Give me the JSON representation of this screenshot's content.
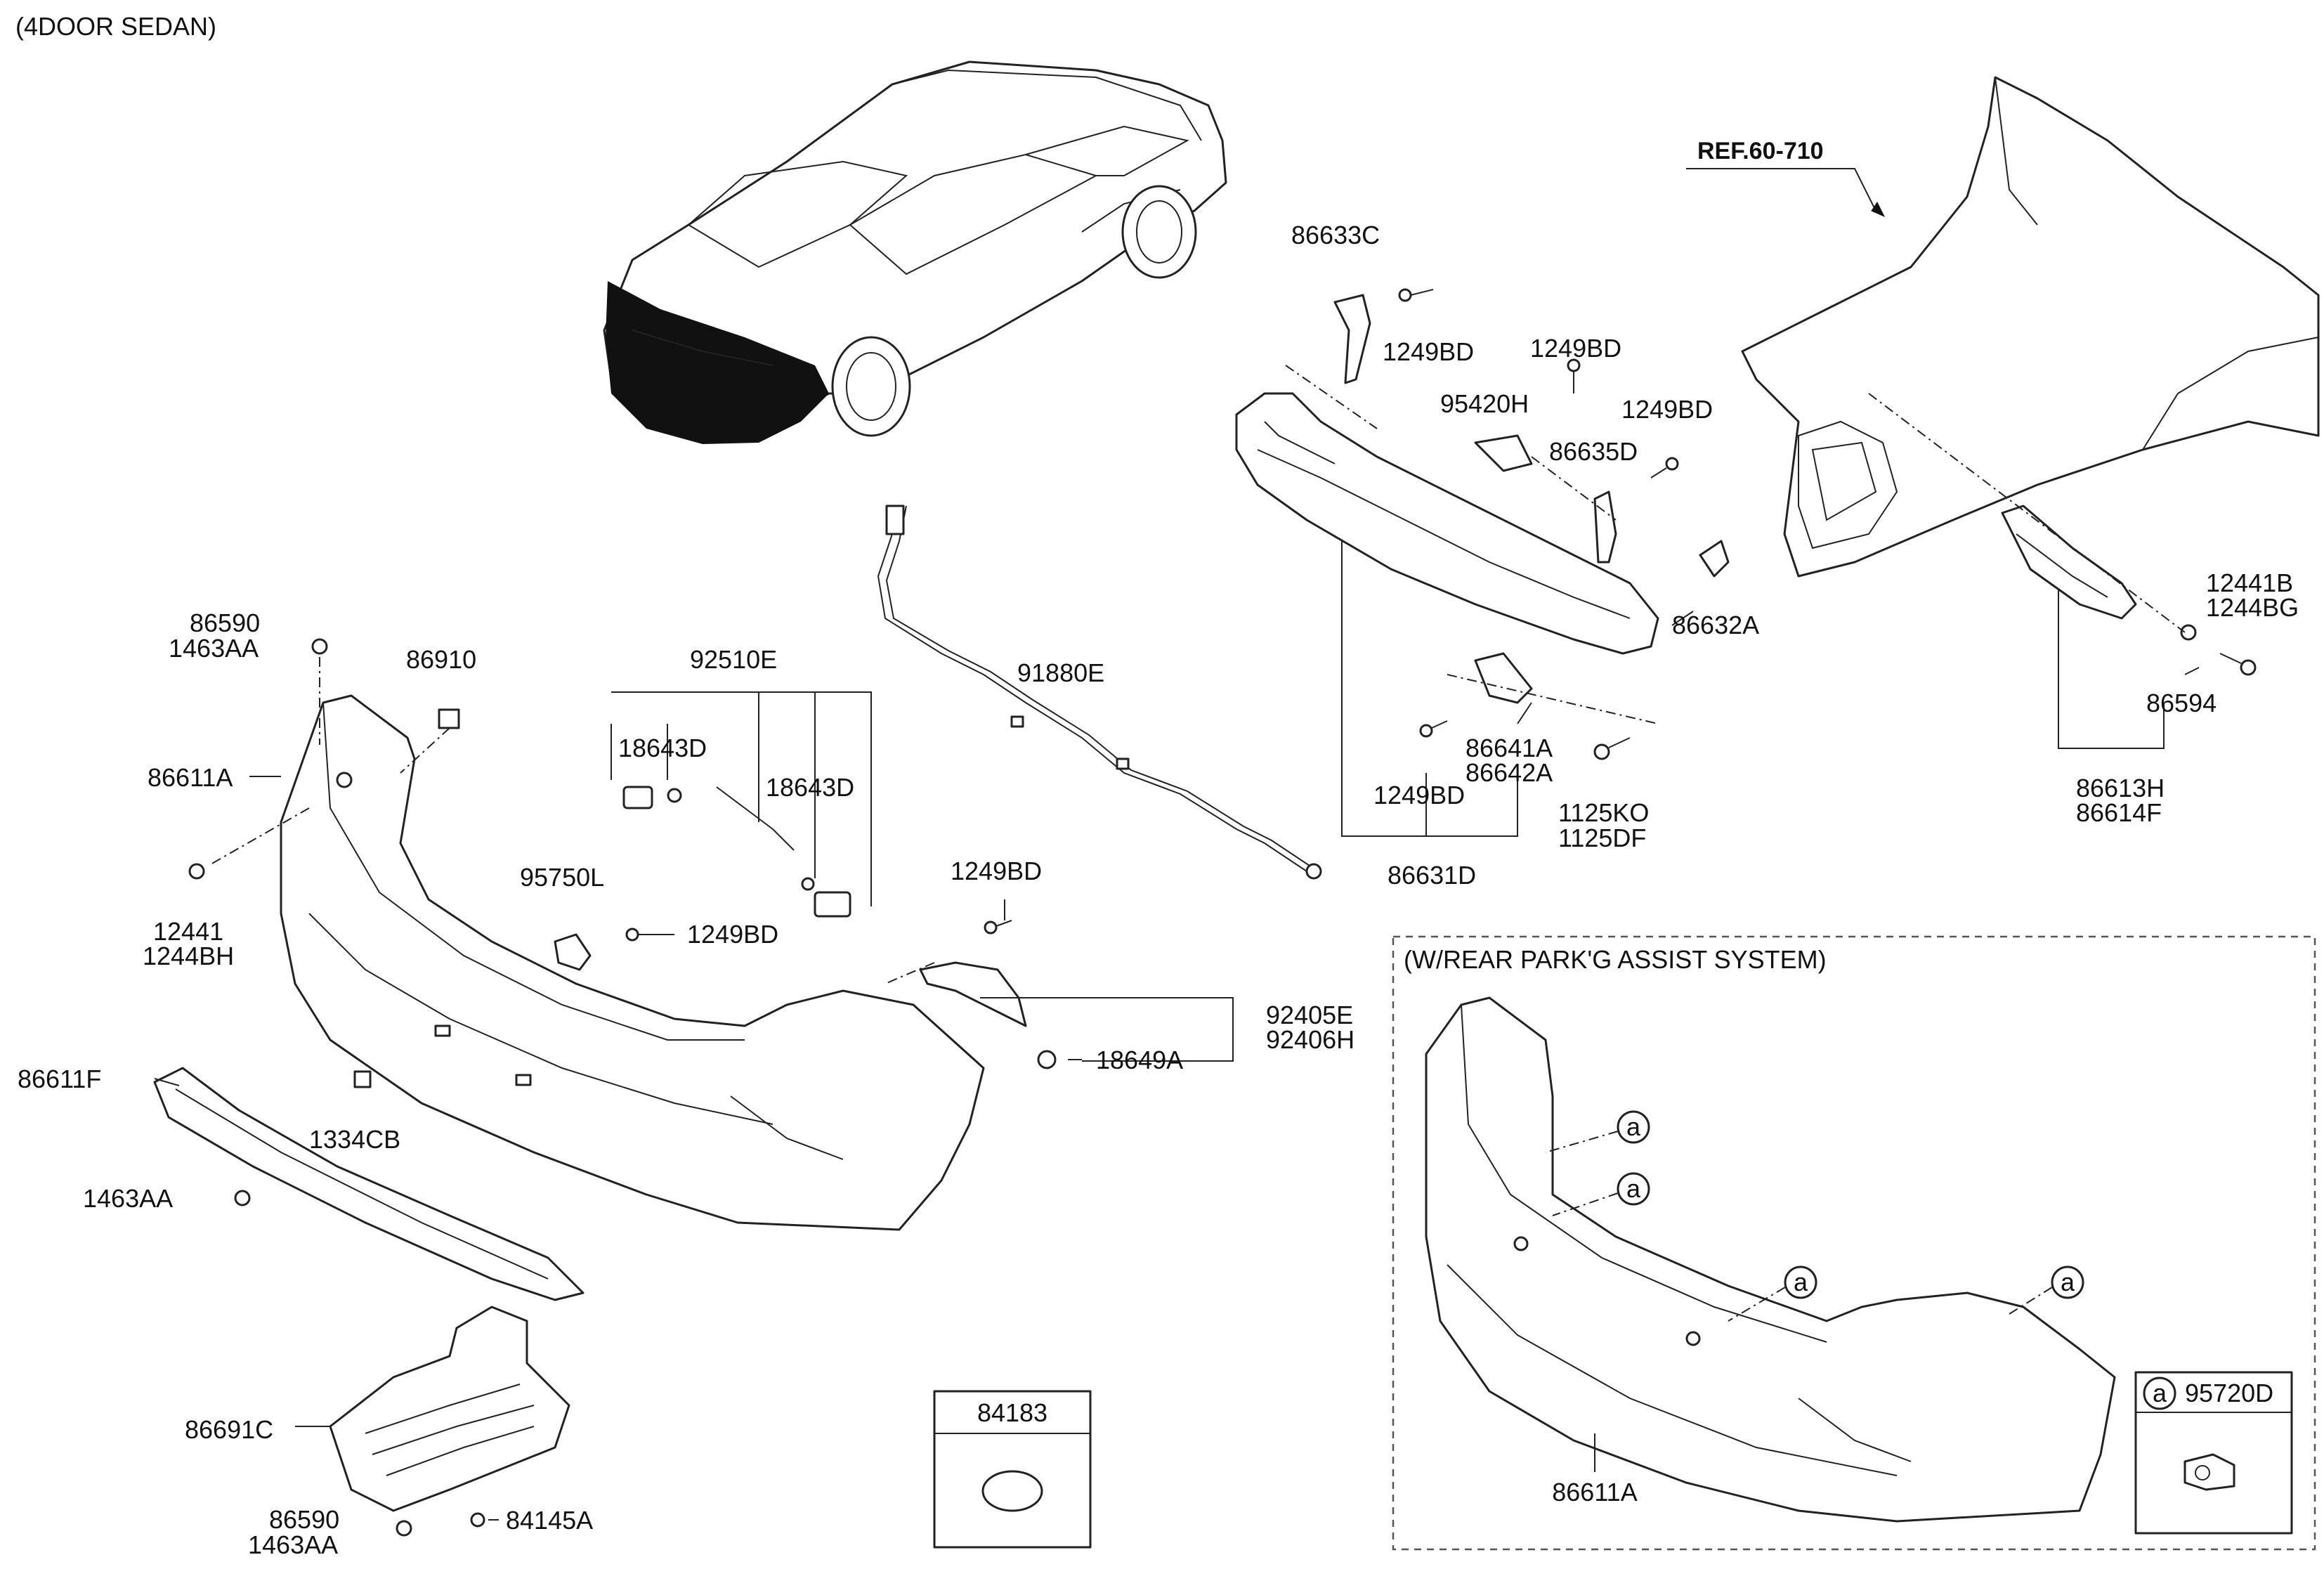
{
  "title": "(4DOOR SEDAN)",
  "reference": "REF.60-710",
  "inset": {
    "title": "(W/REAR PARK'G ASSIST SYSTEM)",
    "bumper_label": "86611A",
    "callout": "a",
    "sensor_box": {
      "callout": "a",
      "label": "95720D"
    }
  },
  "part_box": {
    "label": "84183"
  },
  "labels": {
    "p86633C": "86633C",
    "p1249BD_a": "1249BD",
    "p1249BD_b": "1249BD",
    "p95420H": "95420H",
    "p1249BD_c": "1249BD",
    "p86635D": "86635D",
    "p86632A": "86632A",
    "p86641A": "86641A",
    "p86642A": "86642A",
    "p1249BD_d": "1249BD",
    "p1125KO": "1125KO",
    "p1125DF": "1125DF",
    "p86631D": "86631D",
    "p12441B": "12441B",
    "p1244BG": "1244BG",
    "p86594": "86594",
    "p86613H": "86613H",
    "p86614F": "86614F",
    "p86590_a": "86590",
    "p1463AA_a": "1463AA",
    "p86910": "86910",
    "p86611A": "86611A",
    "p12441": "12441",
    "p1244BH": "1244BH",
    "p92510E": "92510E",
    "p18643D_a": "18643D",
    "p18643D_b": "18643D",
    "p91880E": "91880E",
    "p95750L": "95750L",
    "p1249BD_e": "1249BD",
    "p1249BD_f": "1249BD",
    "p92405E": "92405E",
    "p92406H": "92406H",
    "p18649A": "18649A",
    "p86611F": "86611F",
    "p1334CB": "1334CB",
    "p1463AA_b": "1463AA",
    "p86691C": "86691C",
    "p86590_b": "86590",
    "p1463AA_c": "1463AA",
    "p84145A": "84145A"
  }
}
